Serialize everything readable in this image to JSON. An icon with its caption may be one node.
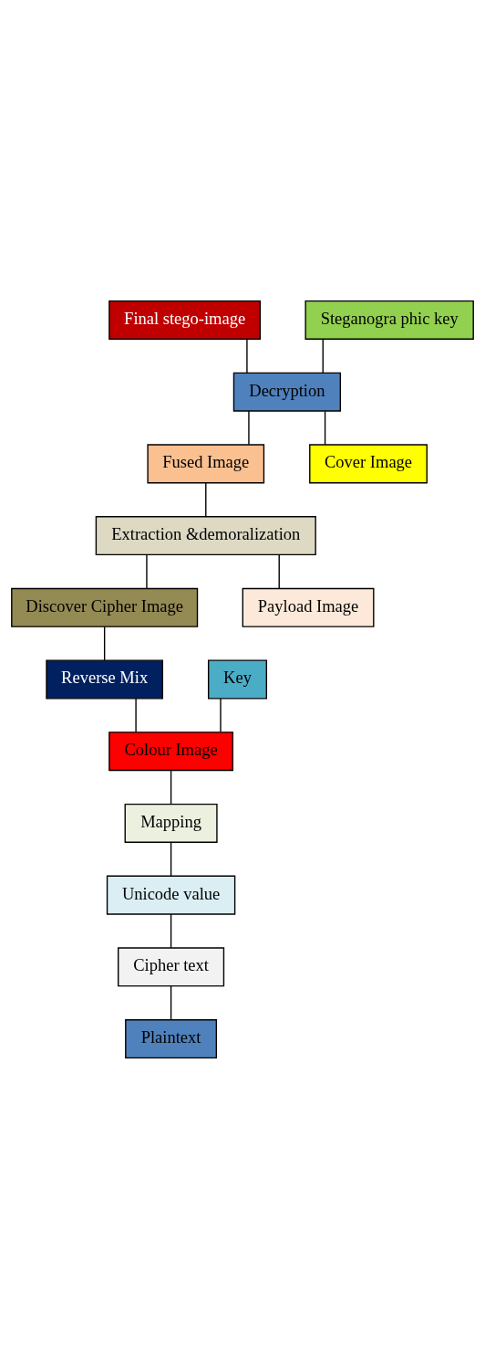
{
  "diagram": {
    "nodes": [
      {
        "text": [
          "Final stego-image"
        ]
      },
      {
        "text": [
          "Steganogra phic key"
        ]
      },
      {
        "text": [
          "Decryption"
        ]
      },
      {
        "text": [
          "Fused Image"
        ]
      },
      {
        "text": [
          "Cover Image"
        ]
      },
      {
        "text": [
          "Extraction &demoralization"
        ]
      },
      {
        "text": [
          "Discover Cipher Image"
        ]
      },
      {
        "text": [
          "Payload Image"
        ]
      },
      {
        "text": [
          "Reverse Mix"
        ]
      },
      {
        "text": [
          "Key"
        ]
      },
      {
        "text": [
          "Colour Image"
        ]
      },
      {
        "text": [
          "Mapping"
        ]
      },
      {
        "text": [
          "Unicode value"
        ]
      },
      {
        "text": [
          "Cipher text"
        ]
      },
      {
        "text": [
          "Plaintext"
        ]
      }
    ],
    "edges": [
      {
        "from": 0,
        "to": 2,
        "arrow": "none"
      },
      {
        "from": 1,
        "to": 2,
        "arrow": "none"
      },
      {
        "from": 2,
        "to": 3,
        "arrow": "none"
      },
      {
        "from": 2,
        "to": 4,
        "arrow": "none"
      },
      {
        "from": 3,
        "to": 5,
        "arrow": "none"
      },
      {
        "from": 5,
        "to": 6,
        "arrow": "none"
      },
      {
        "from": 5,
        "to": 7,
        "arrow": "none"
      },
      {
        "from": 6,
        "to": 8,
        "arrow": "none"
      },
      {
        "from": 8,
        "to": 10,
        "arrow": "none"
      },
      {
        "from": 9,
        "to": 10,
        "arrow": "none"
      },
      {
        "from": 10,
        "to": 11,
        "arrow": "none"
      },
      {
        "from": 11,
        "to": 12,
        "arrow": "none"
      },
      {
        "from": 12,
        "to": 13,
        "arrow": "none"
      },
      {
        "from": 13,
        "to": 14,
        "arrow": "none"
      }
    ]
  }
}
